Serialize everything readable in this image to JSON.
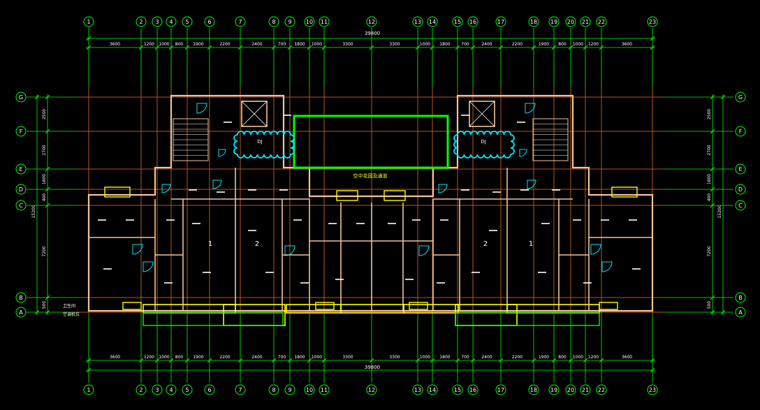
{
  "axes_x": [
    "1",
    "2",
    "3",
    "4",
    "5",
    "6",
    "7",
    "8",
    "9",
    "10",
    "11",
    "12",
    "13",
    "14",
    "15",
    "16",
    "17",
    "18",
    "19",
    "20",
    "21",
    "22",
    "23"
  ],
  "axes_y": [
    "G",
    "F",
    "E",
    "D",
    "C",
    "B",
    "A"
  ],
  "dims_top_total": "39800",
  "dims_top": [
    "3600",
    "1200",
    "1000",
    "800",
    "1900",
    "2200",
    "2400",
    "700",
    "1800",
    "1000",
    "3300",
    "3300",
    "1000",
    "1800",
    "700",
    "2400",
    "2200",
    "1900",
    "800",
    "1000",
    "1200",
    "3600"
  ],
  "dims_bottom_total": "39800",
  "dims_bottom": [
    "3600",
    "1200",
    "1000",
    "800",
    "1900",
    "2200",
    "2400",
    "700",
    "1800",
    "1000",
    "3300",
    "3300",
    "1000",
    "1800",
    "700",
    "2400",
    "2200",
    "1900",
    "800",
    "1000",
    "1200",
    "3600"
  ],
  "dims_left": [
    "2500",
    "2700",
    "1800",
    "400",
    "7200",
    "500"
  ],
  "dims_left_total": "15200",
  "dims_right": [
    "2500",
    "2700",
    "1800",
    "400",
    "7200",
    "500"
  ],
  "dims_right_total": "15200",
  "center_label": "空中花园及通道",
  "elevator_labels": [
    "DJ",
    "DJ"
  ],
  "unit_numbers": [
    "1",
    "2",
    "2",
    "1"
  ],
  "outside_notes": [
    "卫生间",
    "空调机位"
  ],
  "colors": {
    "grid": "#00ff00",
    "axis_red": "#ff2a2a",
    "wall": "#f2c49a",
    "window": "#ffff00",
    "door": "#00e5ff",
    "cloud": "#00e5ff",
    "text": "#ffffff"
  }
}
